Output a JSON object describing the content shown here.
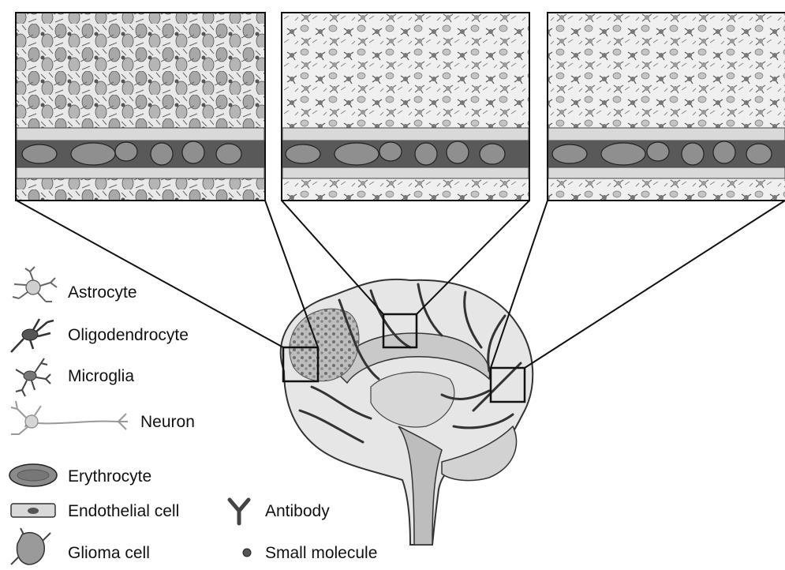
{
  "legend": {
    "astrocyte": "Astrocyte",
    "oligodendrocyte": "Oligodendrocyte",
    "microglia": "Microglia",
    "neuron": "Neuron",
    "erythrocyte": "Erythrocyte",
    "endothelial": "Endothelial cell",
    "glioma": "Glioma cell",
    "antibody": "Antibody",
    "small_molecule": "Small molecule"
  },
  "colors": {
    "background": "#ffffff",
    "outline": "#111111",
    "tissue_light": "#d4d4d4",
    "tissue_mid": "#9a9a9a",
    "vessel": "#5a5a5a",
    "erythrocyte": "#7a7a7a",
    "brain_fill": "#e6e6e6"
  }
}
